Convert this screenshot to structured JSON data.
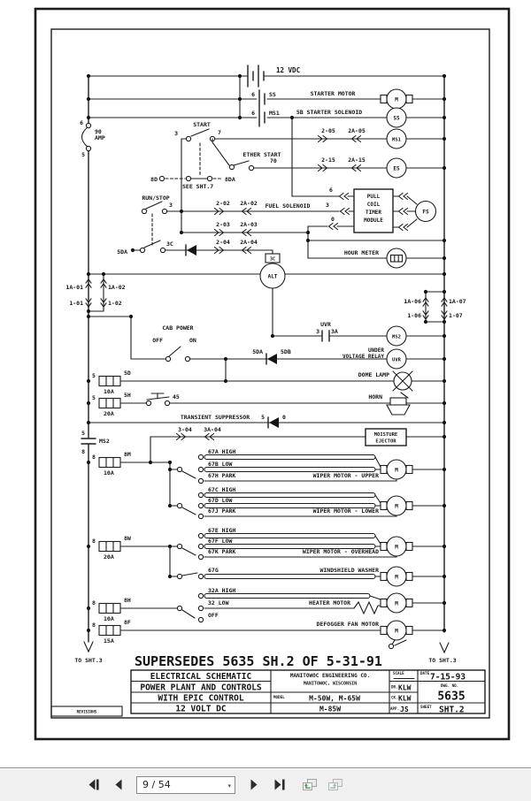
{
  "colors": {
    "ink": "#1c1c1c",
    "toolbar_bg": "#f0f0f0",
    "view_icon_green": "#4a9e52"
  },
  "d": {
    "vdc": "12 VDC",
    "breaker": {
      "t": "6",
      "a1": "90",
      "a2": "AMP",
      "b": "5"
    },
    "starter": {
      "w": "6",
      "c": "SS",
      "label": "STARTER MOTOR",
      "dev": "M"
    },
    "solenoid": {
      "w": "6",
      "c": "MS1",
      "label": "5B STARTER SOLENOID",
      "dev": "SS"
    },
    "start": {
      "sw": "START",
      "w1": "3",
      "w2": "7",
      "c1": "2-05",
      "c2": "2A-05",
      "dev": "MS1"
    },
    "ether": {
      "sw": "ETHER START",
      "w": "70",
      "c1": "2-15",
      "c2": "2A-15",
      "dev": "ES"
    },
    "inter": {
      "l": "8D",
      "note": "SEE SHT.7",
      "r": "8DA"
    },
    "runstop": {
      "sw": "RUN/STOP",
      "w": "3"
    },
    "module": {
      "l1": "PULL",
      "l2": "COIL",
      "l3": "TIMER",
      "l4": "MODULE",
      "dev": "FS",
      "w6": "6",
      "w0": "0"
    },
    "fuel": {
      "c1": "2-02",
      "c2": "2A-02",
      "label": "FUEL SOLENOID",
      "w": "3"
    },
    "r203": {
      "c1": "2-03",
      "c2": "2A-03"
    },
    "r204": {
      "w": "5DA",
      "t": "3C",
      "c1": "2-04",
      "c2": "2A-04",
      "tag": "3C"
    },
    "alt": {
      "dev": "ALT"
    },
    "hour": {
      "label": "HOUR METER"
    },
    "lconn": {
      "a": "1A-01",
      "b": "1A-02",
      "c": "1-01",
      "d": "1-02"
    },
    "rconn": {
      "a": "1A-06",
      "b": "1A-07",
      "c": "1-06",
      "d": "1-07"
    },
    "uvrc": {
      "label": "UVR",
      "w1": "3",
      "w2": "3A",
      "dev": "MS2"
    },
    "uvr": {
      "w1": "5DA",
      "w2": "5DB",
      "l1": "UNDER",
      "l2": "VOLTAGE RELAY",
      "dev": "UVR"
    },
    "cab": {
      "label": "CAB POWER",
      "off": "OFF",
      "on": "ON"
    },
    "dome": {
      "w": "5",
      "f": "5D",
      "a": "10A",
      "label": "DOME LAMP"
    },
    "horn": {
      "w": "5",
      "f": "5H",
      "a": "20A",
      "w2": "45",
      "label": "HORN"
    },
    "supp": {
      "label": "TRANSIENT SUPPRESSOR",
      "w1": "5",
      "w2": "0"
    },
    "ms2": {
      "t": "5",
      "label": "MS2",
      "b": "8"
    },
    "moist": {
      "c1": "3-04",
      "c2": "3A-04",
      "l1": "MOISTURE",
      "l2": "EJECTOR"
    },
    "wu": {
      "w": "8",
      "f": "8M",
      "a": "10A",
      "high": "67A HIGH",
      "low": "67B LOW",
      "park": "67H PARK",
      "label": "WIPER MOTOR - UPPER",
      "dev": "M"
    },
    "wl": {
      "high": "67C HIGH",
      "low": "67D LOW",
      "park": "67J PARK",
      "label": "WIPER MOTOR - LOWER",
      "dev": "M"
    },
    "wo": {
      "w": "8",
      "f": "8W",
      "a": "20A",
      "high": "67E HIGH",
      "low": "67F LOW",
      "park": "67K PARK",
      "label": "WIPER MOTOR - OVERHEAD",
      "dev": "M"
    },
    "wash": {
      "w": "67G",
      "label": "WINDSHIELD WASHER",
      "dev": "M"
    },
    "heat": {
      "w": "8",
      "f": "8H",
      "a": "10A",
      "high": "32A HIGH",
      "low": "32 LOW",
      "off": "OFF",
      "label": "HEATER MOTOR",
      "dev": "M"
    },
    "defog": {
      "w": "8",
      "f": "8F",
      "a": "15A",
      "label": "DEFOGGER FAN MOTOR",
      "dev": "M"
    },
    "tol": "TO SHT.3",
    "tor": "TO SHT.3",
    "supersedes": "SUPERSEDES 5635 SH.2 OF 5-31-91"
  },
  "tb": {
    "r1": "ELECTRICAL SCHEMATIC",
    "r2": "POWER PLANT AND CONTROLS",
    "r3": "WITH EPIC CONTROL",
    "r4": "12 VOLT DC",
    "co1": "MANITOWOC ENGINEERING CO.",
    "co2": "MANITOWOC, WISCONSIN",
    "model_label": "MODEL",
    "model1": "M-50W, M-65W",
    "model2": "M-85W",
    "scale": "SCALE",
    "date_label": "DATE",
    "date": "7-15-93",
    "dr_label": "DR.",
    "dr": "KLW",
    "ck_label": "CK.",
    "ck": "KLW",
    "app_label": "APP.",
    "app": "JS",
    "dwg_label": "DWG. NO.",
    "dwg": "5635",
    "sheet_label": "SHEET",
    "sheet": "SHT.2",
    "revisions": "REVISIONS"
  },
  "toolbar": {
    "page": "9 / 54",
    "icons": {
      "first": "first-page-icon",
      "prev": "previous-page-icon",
      "next": "next-page-icon",
      "last": "last-page-icon",
      "prev_view": "previous-view-icon",
      "next_view": "next-view-icon",
      "dropdown": "page-dropdown-arrow-icon"
    }
  }
}
